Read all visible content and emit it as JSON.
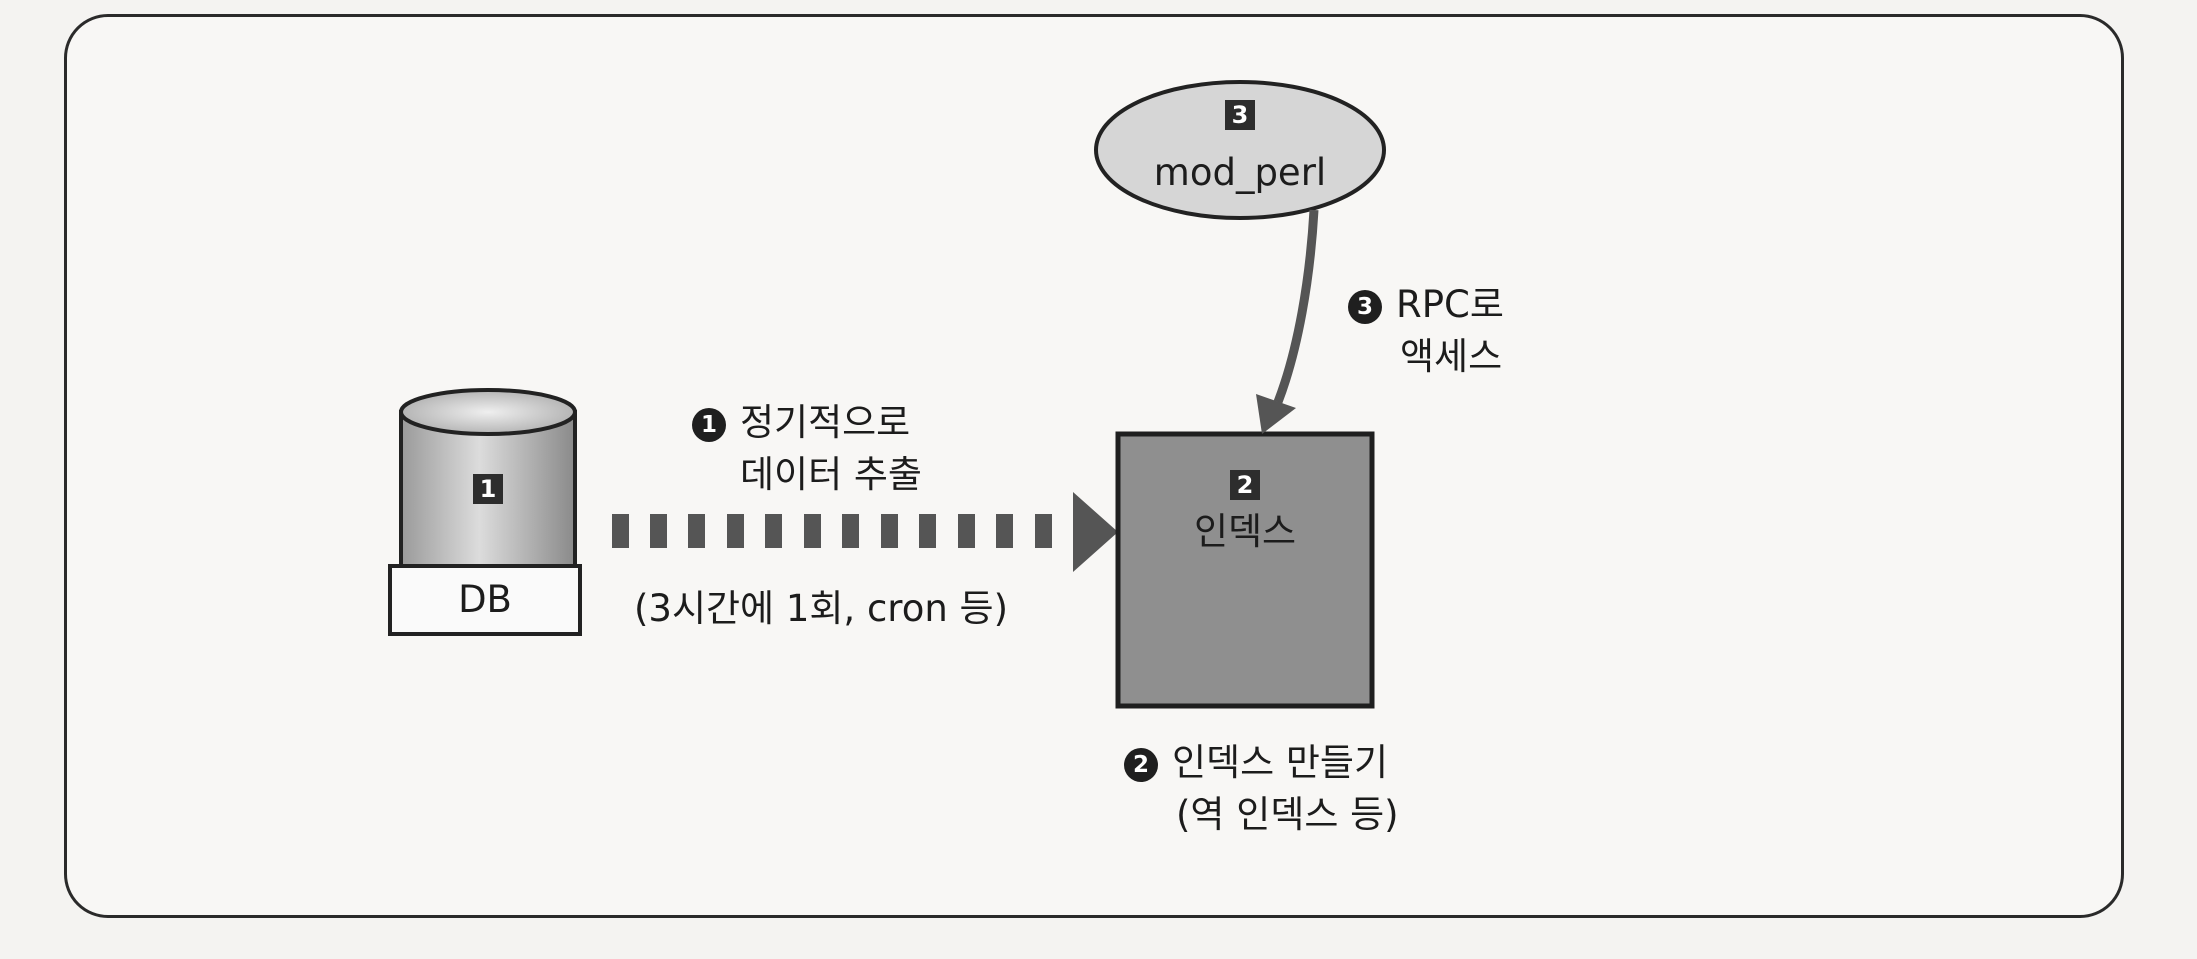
{
  "nodes": {
    "db": {
      "badge": "1",
      "label": "DB"
    },
    "index": {
      "badge": "2",
      "label": "인덱스"
    },
    "modperl": {
      "badge": "3",
      "label": "mod_perl"
    }
  },
  "steps": {
    "extract": {
      "num": "1",
      "line1": "정기적으로",
      "line2": "데이터 추출",
      "note": "(3시간에 1회, cron 등)"
    },
    "build": {
      "num": "2",
      "line1": "인덱스 만들기",
      "line2": "(역 인덱스 등)"
    },
    "rpc": {
      "num": "3",
      "line1": "RPC로",
      "line2": "액세스"
    }
  },
  "colors": {
    "index_fill": "#8f8f8f",
    "arrow": "#555555",
    "oval_fill": "#d6d6d6",
    "badge": "#2d2d2d"
  }
}
